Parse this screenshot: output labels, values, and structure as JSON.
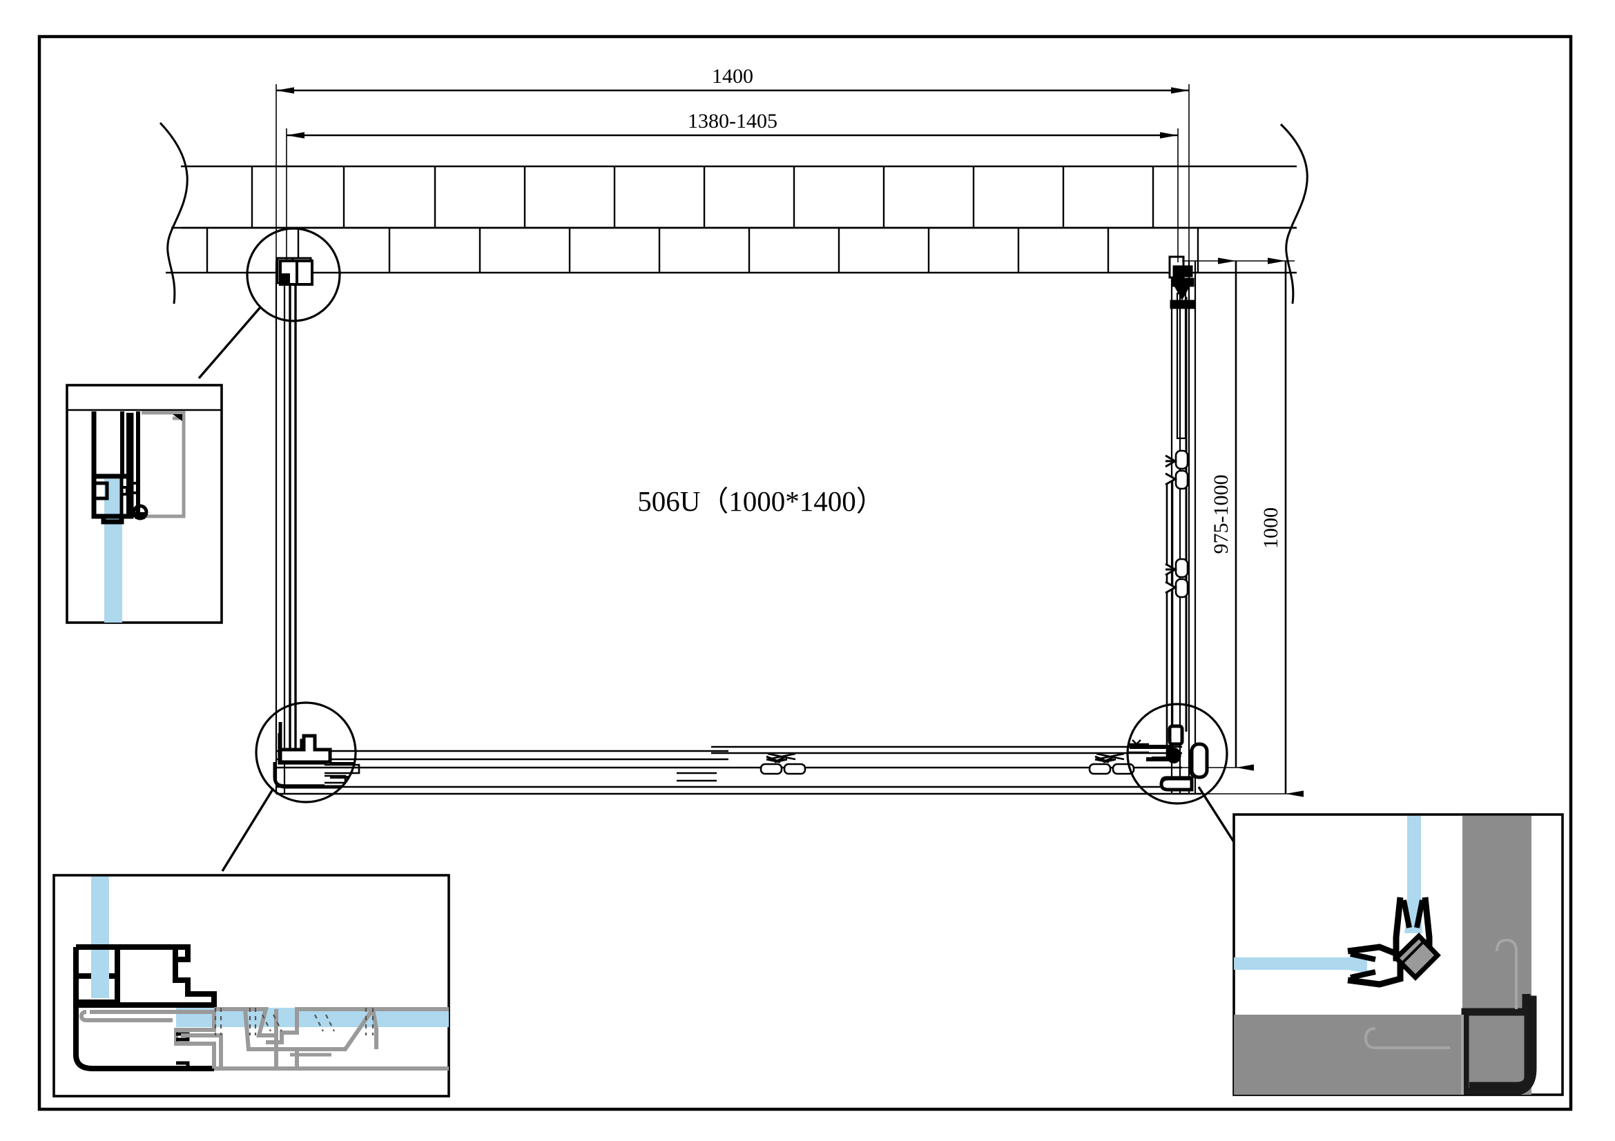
{
  "drawing": {
    "type": "shower-enclosure-cad-plan",
    "units": "mm",
    "center_label": "506U（1000*1400）",
    "model_code": "506U",
    "nominal_size": "1000*1400"
  },
  "dimensions": {
    "top_outer": {
      "label": "1400",
      "value": 1400,
      "orientation": "horizontal"
    },
    "top_inner": {
      "label": "1380-1405",
      "min": 1380,
      "max": 1405,
      "orientation": "horizontal"
    },
    "right_inner": {
      "label": "975-1000",
      "min": 975,
      "max": 1000,
      "orientation": "vertical"
    },
    "right_outer": {
      "label": "1000",
      "value": 1000,
      "orientation": "vertical"
    }
  },
  "callouts": [
    {
      "id": "detail-top-left",
      "shape": "circle",
      "target": "top-left-wall-joint"
    },
    {
      "id": "detail-bottom-left",
      "shape": "circle",
      "target": "bottom-left-track-corner"
    },
    {
      "id": "detail-bottom-right",
      "shape": "circle",
      "target": "bottom-right-seal-corner"
    }
  ],
  "detail_views": [
    {
      "id": "detail-view-upper-left",
      "name": "wall-profile-section"
    },
    {
      "id": "detail-view-lower-left",
      "name": "bottom-track-section"
    },
    {
      "id": "detail-view-lower-right",
      "name": "corner-seal-section"
    }
  ],
  "colors": {
    "line": "#000000",
    "glass": "#add8ee",
    "frame_gray": "#8c8c8c",
    "frame_light": "#b0b0b0",
    "border": "#000000",
    "white": "#ffffff"
  },
  "wall": {
    "pattern": "brick-tile",
    "rows": 2,
    "break_lines": 2
  }
}
